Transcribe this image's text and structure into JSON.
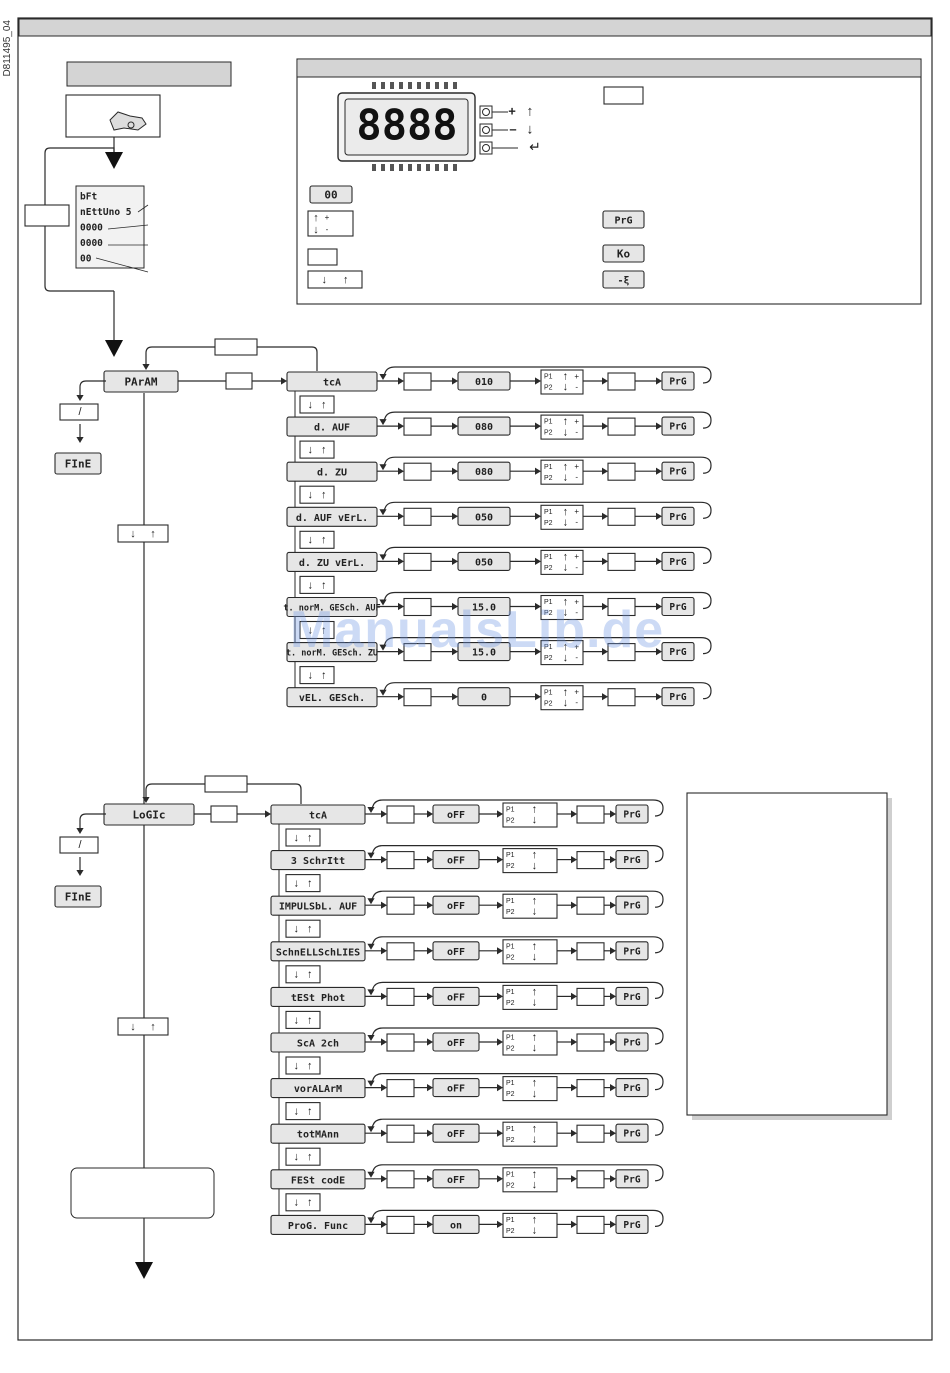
{
  "doc_code": "D811495_04",
  "watermark": "ManualsLib.de",
  "colors": {
    "line": "#2a2a2a",
    "box_fill": "#e6e6e6",
    "header_fill": "#d4d4d4",
    "watermark": "#6e96e1"
  },
  "display": {
    "digits": "8888",
    "plus": "+",
    "minus": "–"
  },
  "key_boxes": {
    "zero": "00",
    "prg": "PrG",
    "ko": "Ko",
    "minus_arrow": "-ξ"
  },
  "intro_display": {
    "lines": [
      "bFt",
      "nEttUno 5",
      "0000",
      "0000",
      "00"
    ]
  },
  "menus": [
    {
      "name": "PArAM",
      "end": "FInE",
      "items": [
        {
          "label": "tcA",
          "value": "010",
          "keys": "plusminus"
        },
        {
          "label": "d. AUF",
          "value": "080",
          "keys": "plusminus"
        },
        {
          "label": "d. ZU",
          "value": "080",
          "keys": "plusminus"
        },
        {
          "label": "d. AUF vErL.",
          "value": "050",
          "keys": "plusminus"
        },
        {
          "label": "d. ZU vErL.",
          "value": "050",
          "keys": "plusminus"
        },
        {
          "label": "t. norM. GESch. AUF",
          "value": "15.0",
          "keys": "plusminus"
        },
        {
          "label": "t. norM. GESch. ZU",
          "value": "15.0",
          "keys": "plusminus"
        },
        {
          "label": "vEL. GESch.",
          "value": "0",
          "keys": "plusminus"
        }
      ]
    },
    {
      "name": "LoGIc",
      "end": "FInE",
      "items": [
        {
          "label": "tcA",
          "value": "oFF"
        },
        {
          "label": "3 SchrItt",
          "value": "oFF"
        },
        {
          "label": "IMPULSbL. AUF",
          "value": "oFF"
        },
        {
          "label": "SchnELLSchLIES",
          "value": "oFF"
        },
        {
          "label": "tESt Phot",
          "value": "oFF"
        },
        {
          "label": "ScA 2ch",
          "value": "oFF"
        },
        {
          "label": "vorALArM",
          "value": "oFF"
        },
        {
          "label": "totMAnn",
          "value": "oFF"
        },
        {
          "label": "FESt codE",
          "value": "oFF"
        },
        {
          "label": "ProG. Func",
          "value": "on"
        }
      ]
    }
  ],
  "p_labels": {
    "p1": "P1",
    "p2": "P2"
  },
  "prg_label": "PrG",
  "slash": "/",
  "arrow_down": "↓",
  "arrow_up": "↑",
  "enter": "↵",
  "plus": "+",
  "minus": "-"
}
